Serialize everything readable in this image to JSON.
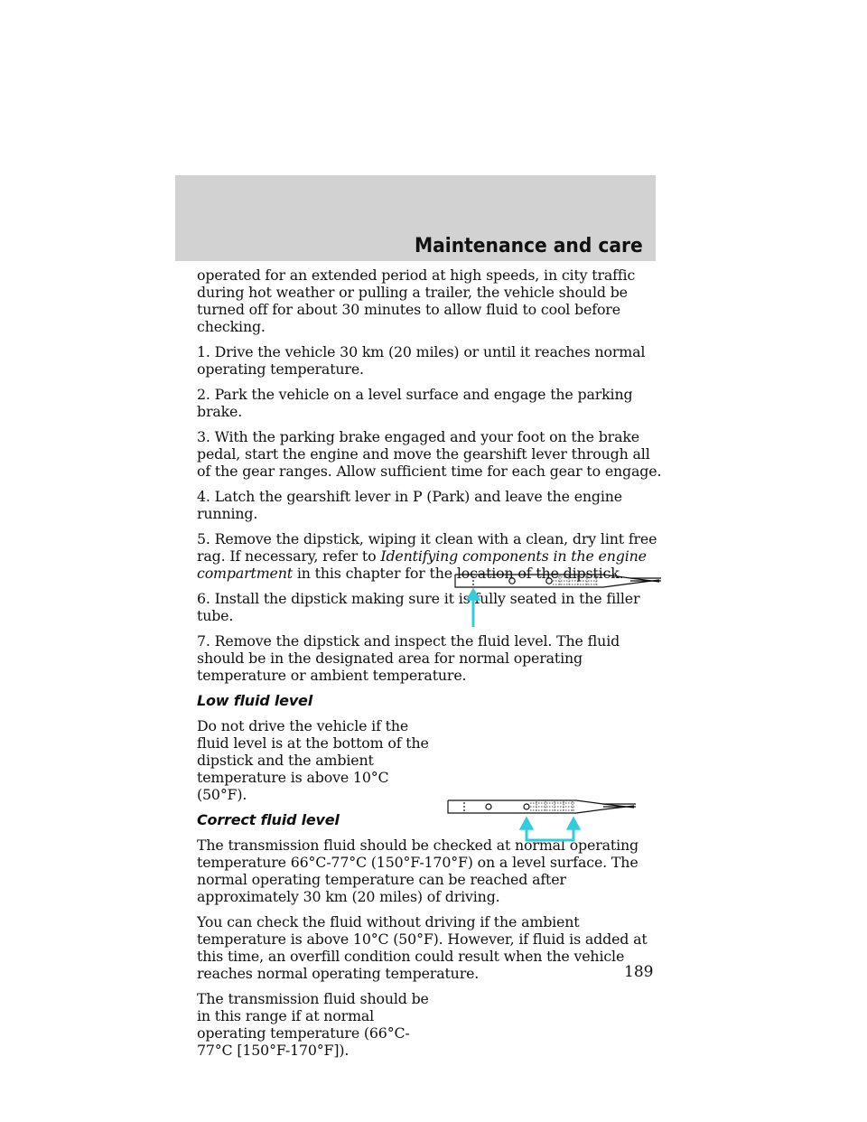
{
  "header": {
    "title": "Maintenance and care"
  },
  "paragraphs": {
    "intro": "operated for an extended period at high speeds, in city traffic during hot weather or pulling a trailer, the vehicle should be turned off for about 30 minutes to allow fluid to cool before checking.",
    "step1": "1. Drive the vehicle 30 km (20 miles) or until it reaches normal operating temperature.",
    "step2": "2. Park the vehicle on a level surface and engage the parking brake.",
    "step3": "3. With the parking brake engaged and your foot on the brake pedal, start the engine and move the gearshift lever through all of the gear ranges. Allow sufficient time for each gear to engage.",
    "step4": "4. Latch the gearshift lever in P (Park) and leave the engine running.",
    "step5_a": "5. Remove the dipstick, wiping it clean with a clean, dry lint free rag. If necessary, refer to",
    "step5_ref": "Identifying components in the engine compartment",
    "step5_b": "in this chapter for the location of the dipstick.",
    "step6": "6. Install the dipstick making sure it is fully seated in the filler tube.",
    "step7": "7. Remove the dipstick and inspect the fluid level. The fluid should be in the designated area for normal operating temperature or ambient temperature."
  },
  "low_fluid": {
    "heading": "Low fluid level",
    "text": "Do not drive the vehicle if the fluid level is at the bottom of the dipstick and the ambient temperature is above 10°C (50°F)."
  },
  "correct_fluid": {
    "heading": "Correct fluid level",
    "text1": "The transmission fluid should be checked at normal operating temperature 66°C-77°C (150°F-170°F) on a level surface. The normal operating temperature can be reached after approximately 30 km (20 miles) of driving.",
    "text2": "You can check the fluid without driving if the ambient temperature is above 10°C (50°F). However, if fluid is added at this time, an overfill condition could result when the vehicle reaches normal operating temperature.",
    "text3": "The transmission fluid should be in this range if at normal operating temperature (66°C-77°C [150°F-170°F])."
  },
  "page_number": "189",
  "colors": {
    "header_band": "#d2d2d2",
    "arrow": "#33ccdd"
  }
}
